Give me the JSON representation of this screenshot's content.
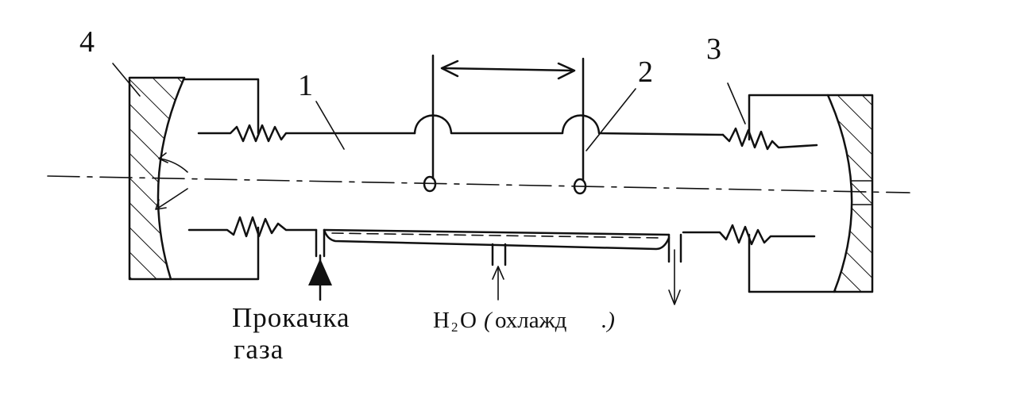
{
  "labels": {
    "l1": "1",
    "l2": "2",
    "l3": "3",
    "l4": "4"
  },
  "captions": {
    "pump_line1": "Прокачка",
    "pump_line2": "газа",
    "water_h": "H",
    "water_sub": "2",
    "water_rest": "O",
    "water_paren_open": "(",
    "water_word": "охлажд",
    "water_paren_close": ".)"
  }
}
